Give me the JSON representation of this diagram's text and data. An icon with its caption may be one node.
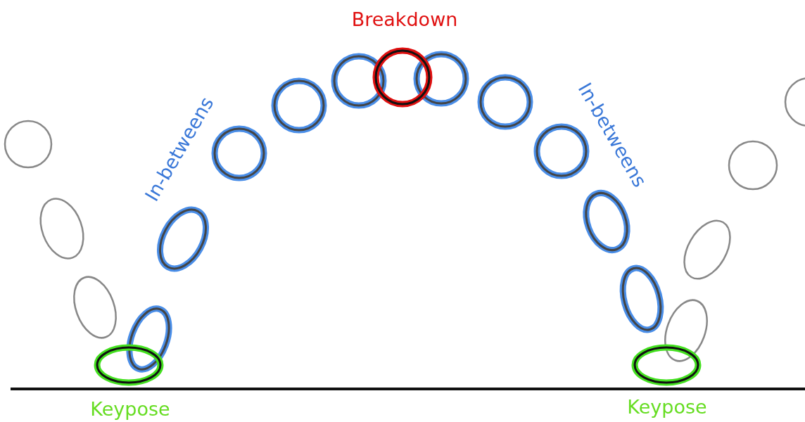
{
  "diagram": {
    "labels": [
      "Breakdown",
      "In-betweens",
      "In-betweens",
      "Keypose",
      "Keypose"
    ]
  }
}
